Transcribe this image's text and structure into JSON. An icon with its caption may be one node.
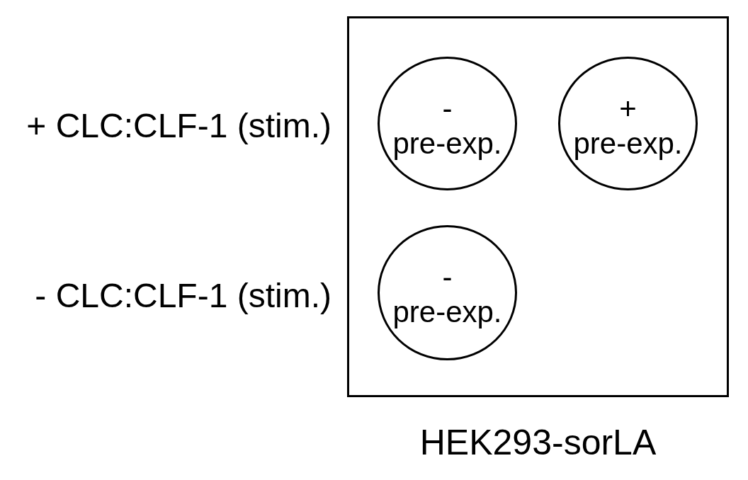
{
  "diagram": {
    "nodes": [
      {
        "text": [
          "HEK293-sorLA"
        ]
      },
      {
        "text": [
          "-",
          "pre-exp."
        ],
        "in": 0
      },
      {
        "text": [
          "+",
          "pre-exp."
        ],
        "in": 0
      },
      {
        "text": [
          "-",
          "pre-exp."
        ],
        "in": 0
      }
    ],
    "labels": [
      "+ CLC:CLF-1 (stim.)",
      "- CLC:CLF-1 (stim.)"
    ]
  }
}
